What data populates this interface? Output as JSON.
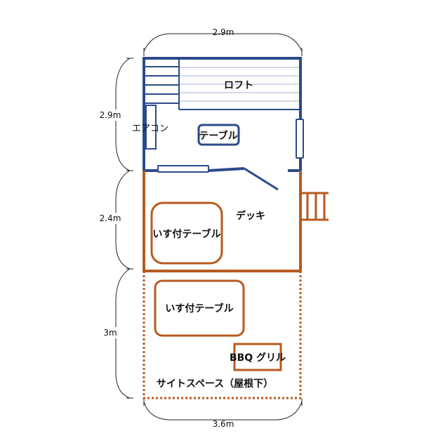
{
  "dimensions": {
    "top_width": "2.9m",
    "bottom_width": "3.6m",
    "room_height": "2.9m",
    "deck_height": "2.4m",
    "space_height": "3m"
  },
  "labels": {
    "loft": "ロフト",
    "aircon": "エアコン",
    "table": "テーブル",
    "deck": "デッキ",
    "deck_table": "いす付テーブル",
    "space_table": "いす付テーブル",
    "grill": "BBQ グリル",
    "site_space": "サイトスペース（屋根下）"
  },
  "colors": {
    "room": "#2c4a8a",
    "deck": "#b85a1e",
    "loft_lines": "#a9b4cc"
  }
}
